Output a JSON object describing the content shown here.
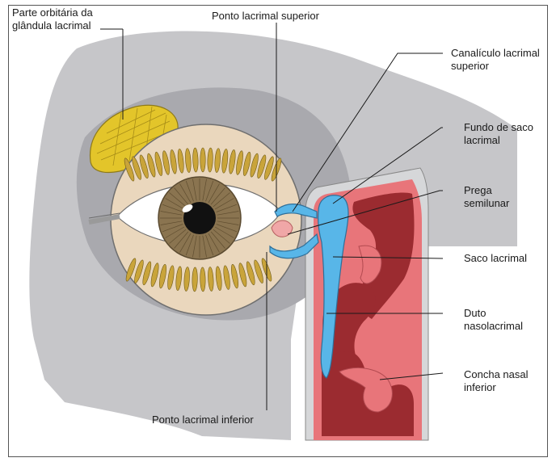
{
  "colors": {
    "page_background": "#ffffff",
    "frame": "#555555",
    "face_shadow": "#c6c6c9",
    "orbit_shadow": "#a9a9ae",
    "eye_ball": "#ead7bd",
    "lashes": "#c9a43a",
    "gland": "#e3c52a",
    "iris": "#8a7450",
    "lacrimal_duct": "#58b6e8",
    "nasal_wall": "#d6d7d9",
    "nasal_mucosa": "#e8757a",
    "nasal_cavity": "#9b2b30",
    "leader_lines": "#1a1a1a"
  },
  "labels": {
    "gland_orbital": [
      "Parte orbitária da",
      "glândula lacrimal"
    ],
    "punctum_superior": [
      "Ponto lacrimal superior"
    ],
    "canaliculus_superior": [
      "Canalículo lacrimal",
      "superior"
    ],
    "sac_fundus": [
      "Fundo de saco",
      "lacrimal"
    ],
    "plica_semilunaris": [
      "Prega",
      "semilunar"
    ],
    "lacrimal_sac": [
      "Saco lacrimal"
    ],
    "nasolacrimal_duct": [
      "Duto",
      "nasolacrimal"
    ],
    "inferior_concha": [
      "Concha nasal",
      "inferior"
    ],
    "punctum_inferior": [
      "Ponto lacrimal inferior"
    ]
  }
}
